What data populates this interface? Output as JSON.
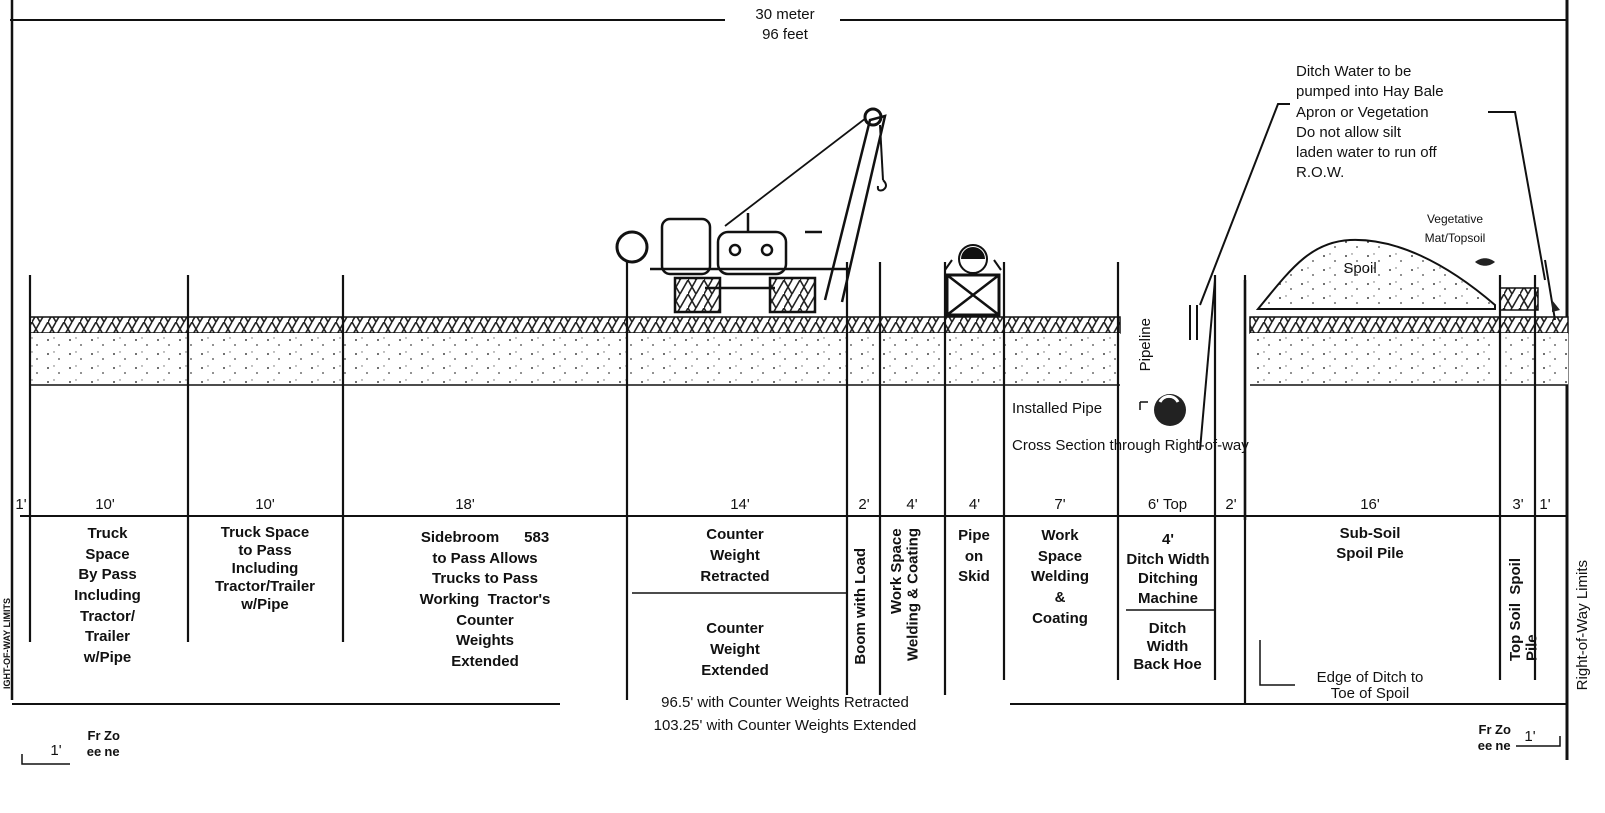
{
  "header": {
    "width_metric": "30 meter",
    "width_imperial": "96 feet"
  },
  "section_title": "Cross Section through Right-of-way",
  "equipment": {
    "pipeline_label": "Pipeline",
    "installed_pipe": "Installed Pipe",
    "spoil_label": "Spoil",
    "vegetative_mat": "Vegetative\nMat/Topsoil"
  },
  "ditch_water_note": "Ditch Water to be\npumped into Hay Bale\nApron or Vegetation\nDo not allow silt\nladen water to run off\nR.O.W.",
  "dimensions": [
    "1'",
    "10'",
    "10'",
    "18'",
    "14'",
    "2'",
    "4'",
    "4'",
    "7'",
    "6' Top",
    "2'",
    "16'",
    "3'",
    "1'"
  ],
  "zones": {
    "truck_bypass": "Truck\nSpace\nBy Pass\nIncluding\nTractor/\nTrailer\nw/Pipe",
    "truck_space": "Truck Space\nto Pass\nIncluding\nTractor/Trailer\nw/Pipe",
    "sideboom": "Sidebroom      583\nto Pass Allows\nTrucks to Pass\nWorking  Tractor's\nCounter\nWeights\nExtended",
    "cw_retracted": "Counter\nWeight\nRetracted",
    "cw_extended": "Counter\nWeight\nExtended",
    "boom_with_load": "Boom with  Load",
    "work_space_vert": "Work Space\nWelding & Coating",
    "pipe_on_skid": "Pipe\non\nSkid",
    "work_space_weld": "Work\nSpace\nWelding\n&\nCoating",
    "ditch_width": "4'\nDitch Width\nDitching\nMachine",
    "ditch_backhoe": "Ditch\nWidth\nBack Hoe",
    "subsoil": "Sub-Soil\nSpoil Pile",
    "topsoil_spoil": "Top Soil  Spoil\nPile",
    "row_limits": "Right-of-Way Limits",
    "row_limits_left": "IGHT-OF-WAY LIMITS",
    "edge_of_ditch": "Edge of Ditch to\nToe of Spoil"
  },
  "totals": {
    "retracted": "96.5' with Counter Weights Retracted",
    "extended": "103.25' with Counter Weights Extended"
  },
  "free_zone": {
    "left_dim": "1'",
    "right_dim": "1'",
    "col1": "Free",
    "col2": "Zone"
  }
}
